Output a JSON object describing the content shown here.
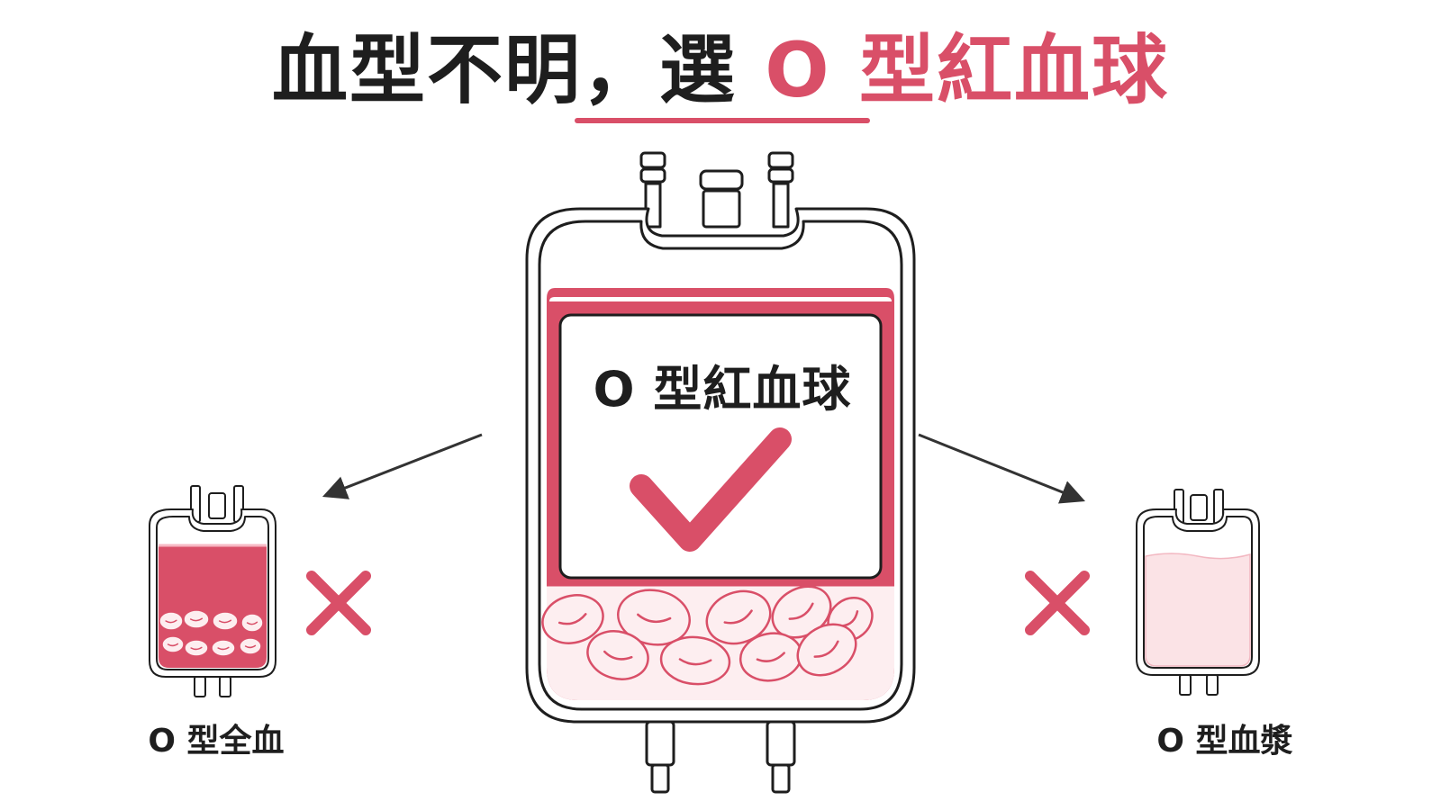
{
  "title": {
    "main": "血型不明，選 ",
    "accent": "O 型紅血球"
  },
  "center_bag": {
    "label": "O 型紅血球",
    "status": "check"
  },
  "left_bag": {
    "label": "O 型全血",
    "status": "cross"
  },
  "right_bag": {
    "label": "O 型血漿",
    "status": "cross"
  },
  "colors": {
    "accent": "#d94f68",
    "outline": "#1e1e1e",
    "plasma_fill": "#fbe3e6",
    "cell_fill": "#fdeef0"
  }
}
